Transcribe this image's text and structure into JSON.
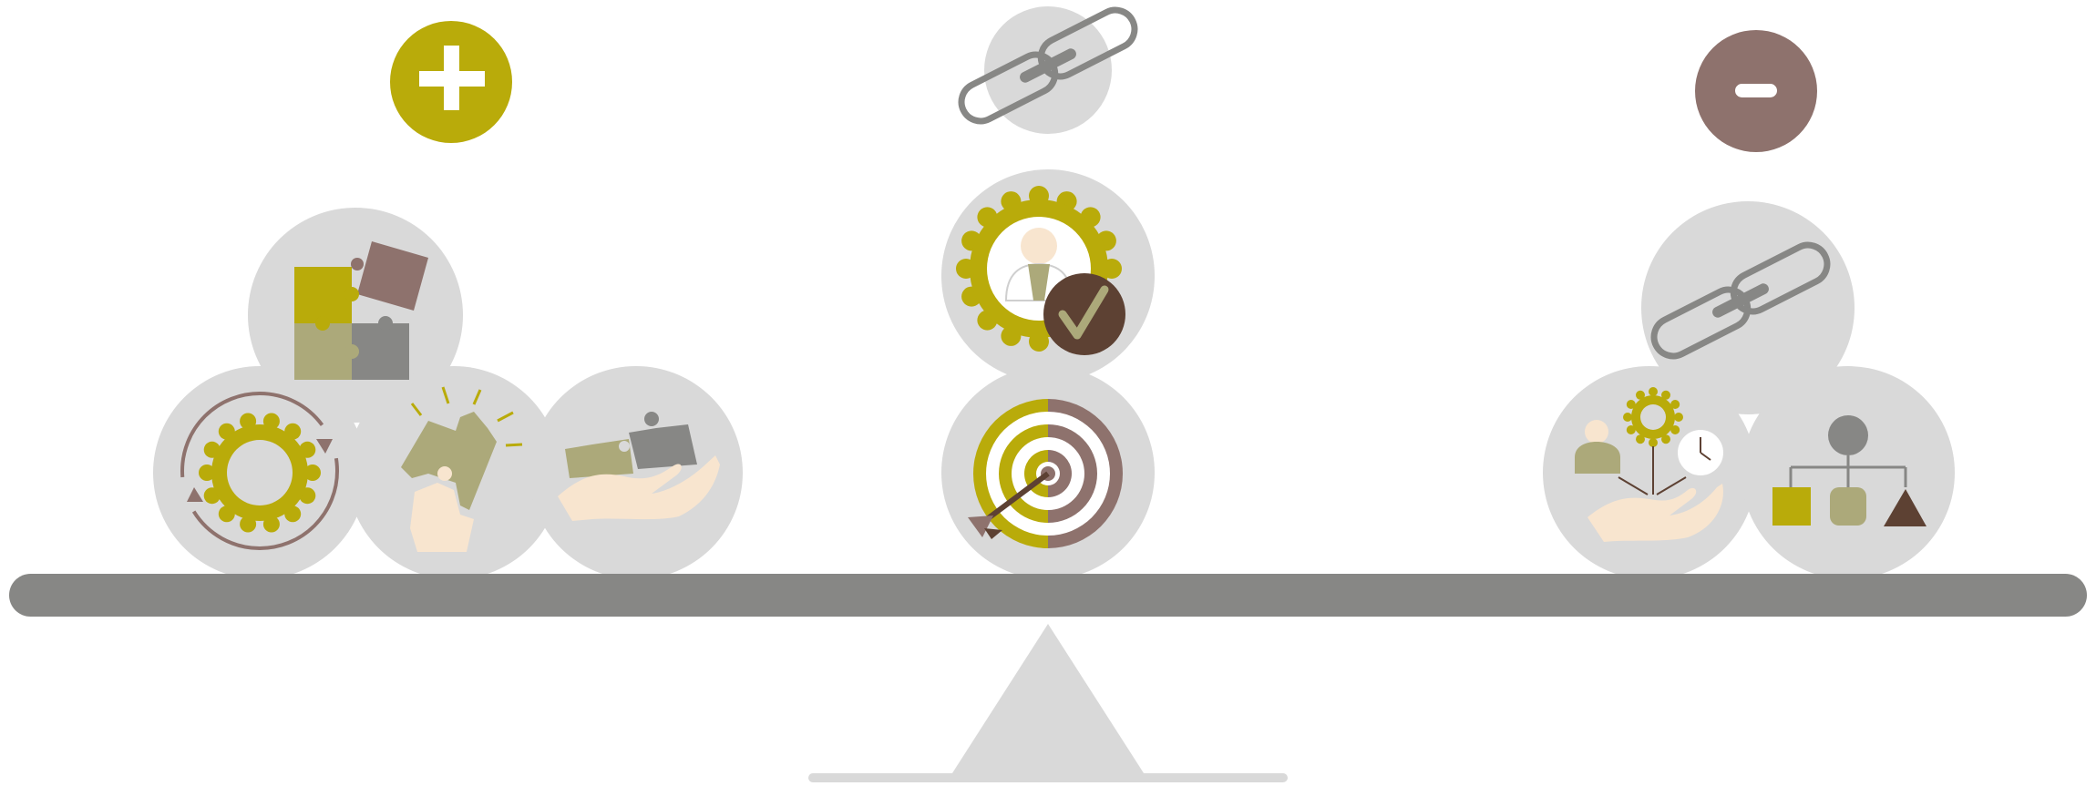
{
  "diagram": {
    "type": "balance-scale",
    "sides": [
      {
        "role": "positive",
        "symbol": "plus-icon",
        "icons": [
          "puzzle-icon",
          "gear-cycle-icon",
          "idea-puzzle-hand-icon",
          "puzzle-hand-icon"
        ]
      },
      {
        "role": "center",
        "symbol": "link-icon",
        "icons": [
          "gear-person-check-icon",
          "target-arrow-icon"
        ]
      },
      {
        "role": "negative",
        "symbol": "minus-icon",
        "icons": [
          "link-icon",
          "resources-hand-icon",
          "org-chart-shapes-icon"
        ]
      }
    ]
  },
  "colors": {
    "background": "#ffffff",
    "circle": "#d9d9d9",
    "beam": "#878785",
    "olive": "#b9ab0a",
    "khaki": "#aca97a",
    "mauve": "#8e726d",
    "gray": "#878785",
    "cream": "#f8e5cf",
    "dark_brown": "#5d4133",
    "white": "#ffffff"
  }
}
